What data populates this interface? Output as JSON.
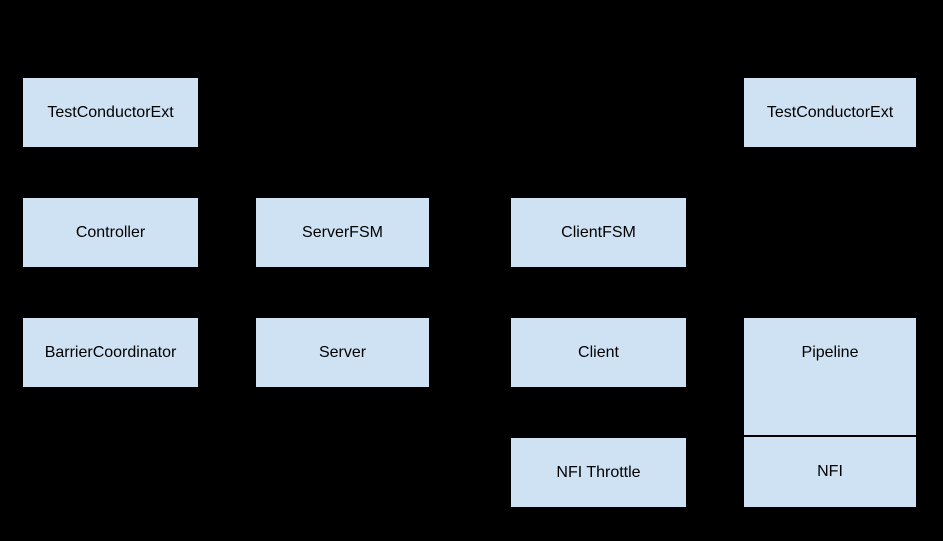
{
  "diagram": {
    "description": "TestConductor architecture diagram: conductor side and player side actor boxes",
    "colors": {
      "background": "#000000",
      "node_fill": "#cfe2f3",
      "node_border": "#000000",
      "label_text": "#000000"
    },
    "nodes": {
      "tc_conductor": {
        "label": "TestConductorExt"
      },
      "controller": {
        "label": "Controller"
      },
      "barrier_coordinator": {
        "label": "BarrierCoordinator"
      },
      "server_fsm": {
        "label": "ServerFSM"
      },
      "server": {
        "label": "Server"
      },
      "client_fsm": {
        "label": "ClientFSM"
      },
      "client": {
        "label": "Client"
      },
      "nfi_throttle": {
        "label": "NFI Throttle"
      },
      "tc_player": {
        "label": "TestConductorExt"
      },
      "pipeline": {
        "label": "Pipeline"
      },
      "nfi": {
        "label": "NFI"
      }
    }
  }
}
